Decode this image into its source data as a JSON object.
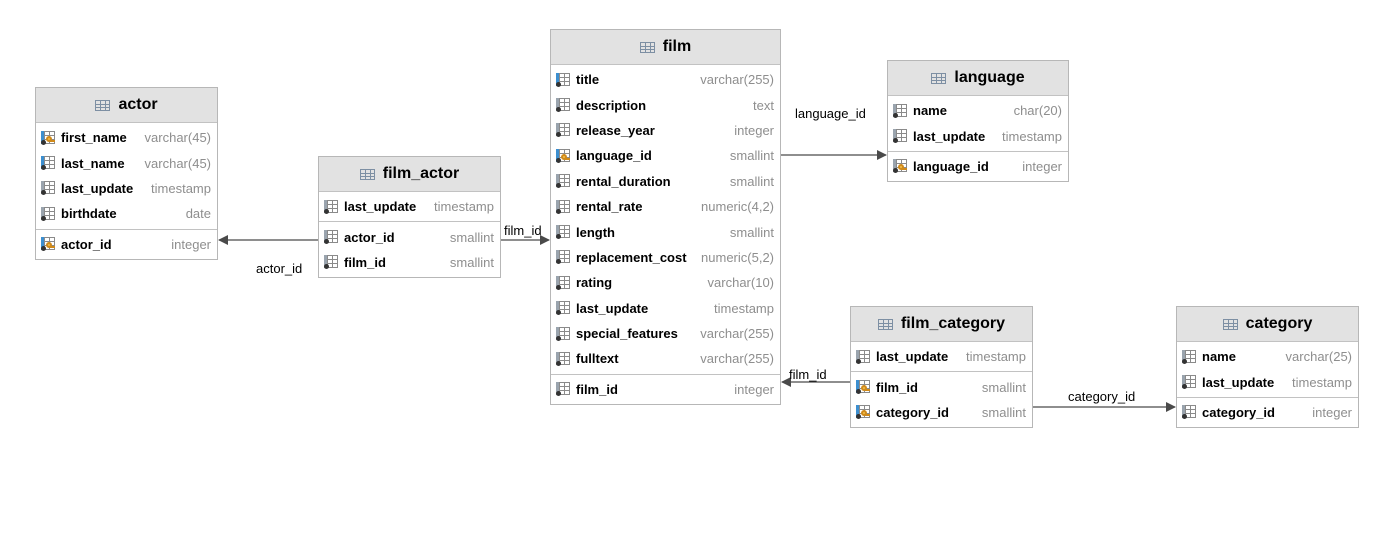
{
  "tables": {
    "actor": {
      "name": "actor",
      "columns": [
        {
          "name": "first_name",
          "type": "varchar(45)"
        },
        {
          "name": "last_name",
          "type": "varchar(45)"
        },
        {
          "name": "last_update",
          "type": "timestamp"
        },
        {
          "name": "birthdate",
          "type": "date"
        }
      ],
      "keys": [
        {
          "name": "actor_id",
          "type": "integer"
        }
      ]
    },
    "film_actor": {
      "name": "film_actor",
      "columns": [
        {
          "name": "last_update",
          "type": "timestamp"
        }
      ],
      "keys": [
        {
          "name": "actor_id",
          "type": "smallint"
        },
        {
          "name": "film_id",
          "type": "smallint"
        }
      ]
    },
    "film": {
      "name": "film",
      "columns": [
        {
          "name": "title",
          "type": "varchar(255)"
        },
        {
          "name": "description",
          "type": "text"
        },
        {
          "name": "release_year",
          "type": "integer"
        },
        {
          "name": "language_id",
          "type": "smallint"
        },
        {
          "name": "rental_duration",
          "type": "smallint"
        },
        {
          "name": "rental_rate",
          "type": "numeric(4,2)"
        },
        {
          "name": "length",
          "type": "smallint"
        },
        {
          "name": "replacement_cost",
          "type": "numeric(5,2)"
        },
        {
          "name": "rating",
          "type": "varchar(10)"
        },
        {
          "name": "last_update",
          "type": "timestamp"
        },
        {
          "name": "special_features",
          "type": "varchar(255)"
        },
        {
          "name": "fulltext",
          "type": "varchar(255)"
        }
      ],
      "keys": [
        {
          "name": "film_id",
          "type": "integer"
        }
      ]
    },
    "language": {
      "name": "language",
      "columns": [
        {
          "name": "name",
          "type": "char(20)"
        },
        {
          "name": "last_update",
          "type": "timestamp"
        }
      ],
      "keys": [
        {
          "name": "language_id",
          "type": "integer"
        }
      ]
    },
    "film_category": {
      "name": "film_category",
      "columns": [
        {
          "name": "last_update",
          "type": "timestamp"
        }
      ],
      "keys": [
        {
          "name": "film_id",
          "type": "smallint"
        },
        {
          "name": "category_id",
          "type": "smallint"
        }
      ]
    },
    "category": {
      "name": "category",
      "columns": [
        {
          "name": "name",
          "type": "varchar(25)"
        },
        {
          "name": "last_update",
          "type": "timestamp"
        }
      ],
      "keys": [
        {
          "name": "category_id",
          "type": "integer"
        }
      ]
    }
  },
  "relations": [
    {
      "label": "actor_id"
    },
    {
      "label": "film_id"
    },
    {
      "label": "language_id"
    },
    {
      "label": "film_id"
    },
    {
      "label": "category_id"
    }
  ]
}
